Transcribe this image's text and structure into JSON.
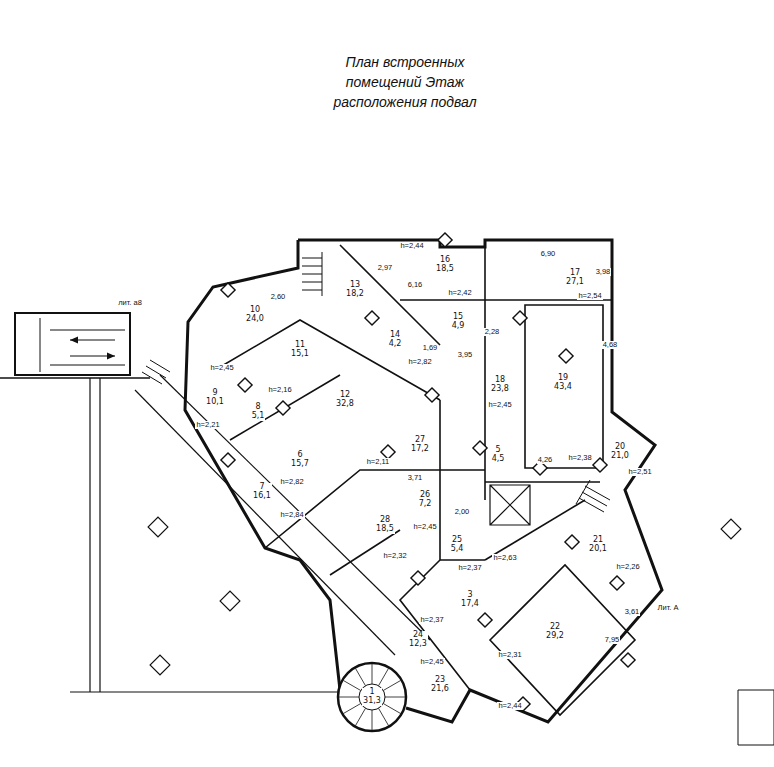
{
  "diagram": {
    "title": "План встроенных помещений Этаж расположения подвал",
    "nodes": [
      {
        "text": [
          "16",
          "18,5"
        ]
      },
      {
        "text": [
          "17",
          "27,1"
        ]
      },
      {
        "text": [
          "13",
          "18,2"
        ]
      },
      {
        "text": [
          "15",
          "4,9"
        ]
      },
      {
        "text": [
          "10",
          "24,0"
        ]
      },
      {
        "text": [
          "14",
          "4,2"
        ]
      },
      {
        "text": [
          "11",
          "15,1"
        ]
      },
      {
        "text": [
          "12",
          "32,8"
        ]
      },
      {
        "text": [
          "18",
          "23,8"
        ]
      },
      {
        "text": [
          "19",
          "43,4"
        ]
      },
      {
        "text": [
          "9",
          "10,1"
        ]
      },
      {
        "text": [
          "8",
          "5,1"
        ]
      },
      {
        "text": [
          "27",
          "17,2"
        ]
      },
      {
        "text": [
          "5",
          "4,5"
        ]
      },
      {
        "text": [
          "20",
          "21,0"
        ]
      },
      {
        "text": [
          "6",
          "15,7"
        ]
      },
      {
        "text": [
          "7",
          "16,1"
        ]
      },
      {
        "text": [
          "26",
          "7,2"
        ]
      },
      {
        "text": [
          "28",
          "18,5"
        ]
      },
      {
        "text": [
          "25",
          "5,4"
        ]
      },
      {
        "text": [
          "21",
          "20,1"
        ]
      },
      {
        "text": [
          "3",
          "17,4"
        ]
      },
      {
        "text": [
          "22",
          "29,2"
        ]
      },
      {
        "text": [
          "24",
          "12,3"
        ]
      },
      {
        "text": [
          "23",
          "21,6"
        ]
      },
      {
        "text": [
          "1",
          "31,3"
        ]
      }
    ],
    "labels": [
      "лит. а8",
      "Лит. А",
      "h=2,44",
      "6,16",
      "2,97",
      "h=2,42",
      "6,90",
      "3,98",
      "h=2,54",
      "2,60",
      "h=2,45",
      "h=2,21",
      "h=2,16",
      "h=2,82",
      "1,69",
      "3,95",
      "2,28",
      "h=2,45",
      "4,68",
      "h=2,38",
      "4,26",
      "h=2,51",
      "h=2,11",
      "3,71",
      "h=2,45",
      "h=2,82",
      "h=2,84",
      "h=2,32",
      "h=2,37",
      "2,00",
      "h=2,63",
      "h=2,26",
      "h=2,37",
      "h=2,45",
      "h=2,31",
      "h=2,44",
      "7,95",
      "3,61"
    ]
  }
}
